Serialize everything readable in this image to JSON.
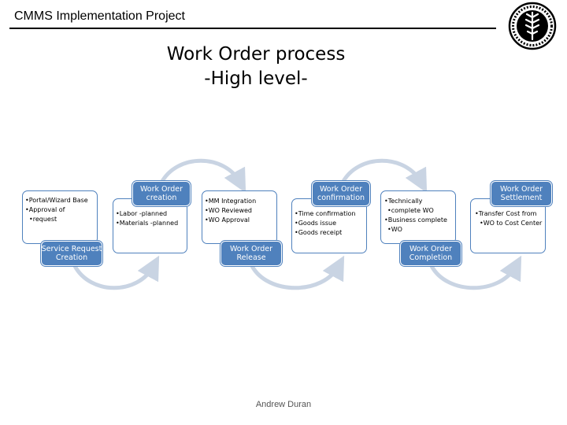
{
  "header": {
    "title": "CMMS Implementation Project"
  },
  "title": {
    "line1": "Work Order process",
    "line2": "-High level-"
  },
  "steps": [
    {
      "label": [
        "Service Request",
        "Creation"
      ],
      "bullets": [
        "Portal/Wizard Base",
        "Approval of",
        "request"
      ]
    },
    {
      "label": [
        "Work Order",
        "creation"
      ],
      "bullets": [
        "Labor -planned",
        "Materials -planned"
      ]
    },
    {
      "label": [
        "Work Order",
        "Release"
      ],
      "bullets": [
        "MM Integration",
        "WO Reviewed",
        "WO Approval"
      ]
    },
    {
      "label": [
        "Work Order",
        "confirmation"
      ],
      "bullets": [
        "Time confirmation",
        "Goods issue",
        "Goods receipt"
      ]
    },
    {
      "label": [
        "Work Order",
        "Completion"
      ],
      "bullets": [
        "Technically",
        "complete WO",
        "Business complete",
        "WO"
      ]
    },
    {
      "label": [
        "Work Order",
        "Settlement"
      ],
      "bullets": [
        "Transfer Cost  from",
        "WO to  Cost Center"
      ]
    }
  ],
  "footer": {
    "author": "Andrew Duran"
  },
  "colors": {
    "accent": "#4f81bd",
    "arrow": "#c9d4e3"
  },
  "icons": {
    "logo": "college-seal-icon"
  }
}
